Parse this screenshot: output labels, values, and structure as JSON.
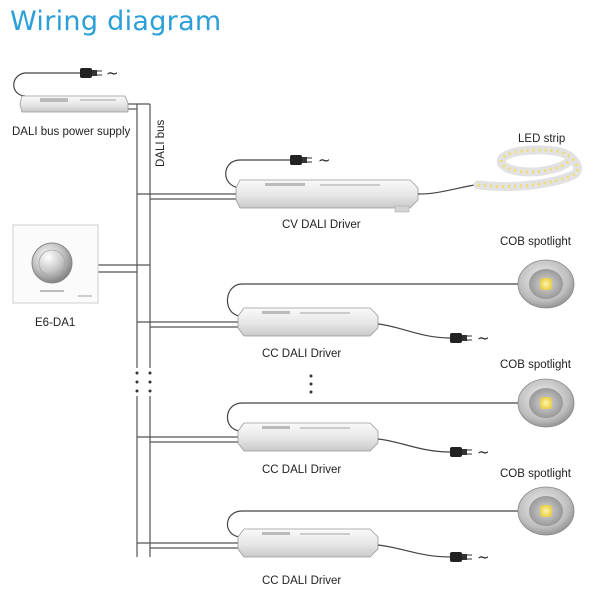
{
  "title": "Wiring diagram",
  "labels": {
    "power_supply": "DALI bus power supply",
    "dali_bus": "DALI bus",
    "cv_driver": "CV DALI Driver",
    "led_strip": "LED strip",
    "dimmer": "E6-DA1",
    "cob_1": "COB spotlight",
    "cc_driver_1": "CC DALI Driver",
    "cob_2": "COB spotlight",
    "cc_driver_2": "CC DALI Driver",
    "cob_3": "COB spotlight",
    "cc_driver_3": "CC DALI Driver",
    "ac_symbol": "~"
  },
  "colors": {
    "title": "#2a9fd8",
    "wire": "#444444",
    "device_body": "#e8e8e8",
    "device_edge": "#9a9a9a",
    "led_chip": "#f2e27a"
  }
}
